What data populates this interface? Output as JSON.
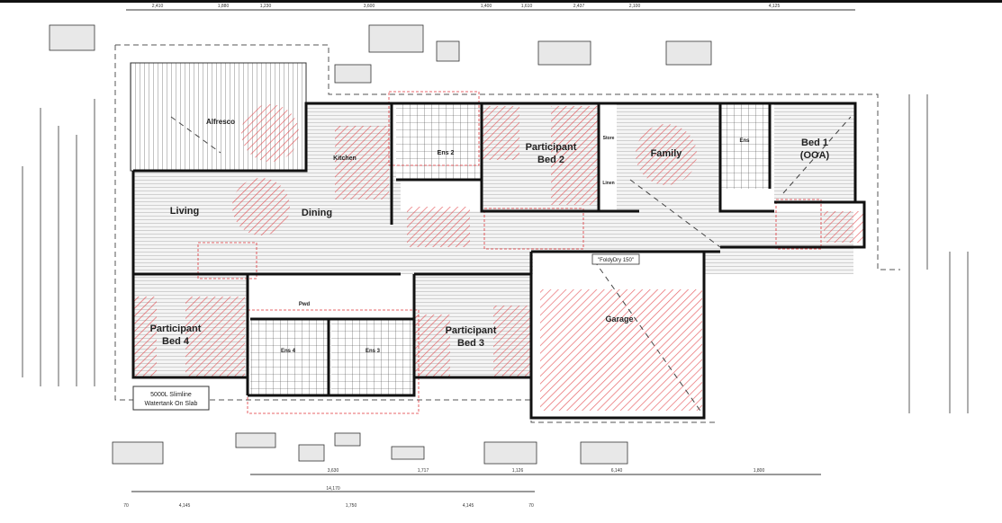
{
  "drawing": {
    "rooms": {
      "alfresco": "Alfresco",
      "living": "Living",
      "dining": "Dining",
      "kitchen": "Kitchen",
      "ens2": "Ens 2",
      "bed2_line1": "Participant",
      "bed2_line2": "Bed 2",
      "store": "Store",
      "linen": "Linen",
      "family": "Family",
      "bed1_line1": "Bed 1",
      "bed1_line2": "(OOA)",
      "ens1": "Ens",
      "pwd": "Pwd",
      "bed4_line1": "Participant",
      "bed4_line2": "Bed 4",
      "ens4": "Ens 4",
      "ens3": "Ens 3",
      "bed3_line1": "Participant",
      "bed3_line2": "Bed 3",
      "garage": "Garage"
    },
    "annotations": {
      "watertank_line1": "5000L Slimline",
      "watertank_line2": "Watertank On Slab",
      "clothesline": "\"FoldyDry 150\""
    },
    "dimensions": {
      "top": [
        "2,410",
        "1,880",
        "1,230",
        "3,600",
        "1,400",
        "1,610",
        "2,437",
        "2,100",
        "4,125"
      ],
      "bottom_row1": [
        "3,630",
        "1,717",
        "1,126",
        "6,140",
        "1,800"
      ],
      "overall": "14,170",
      "bottom_row3": [
        "70",
        "4,145",
        "1,750",
        "4,145",
        "70"
      ]
    },
    "colors": {
      "wall": "#111111",
      "hatch": "#e0353a",
      "floor_lines": "#c8c8c8"
    }
  }
}
